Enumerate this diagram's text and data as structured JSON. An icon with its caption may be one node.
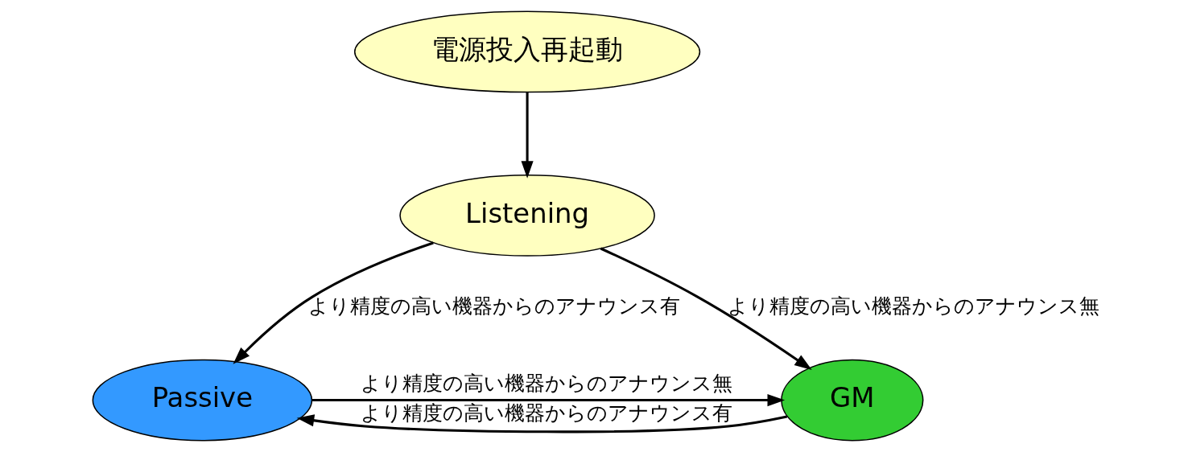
{
  "diagram": {
    "nodes": [
      {
        "text": [
          "電源投入再起動"
        ]
      },
      {
        "text": [
          "Listening"
        ]
      },
      {
        "text": [
          "Passive"
        ]
      },
      {
        "text": [
          "GM"
        ]
      }
    ],
    "edges": [
      {
        "from": 0,
        "to": 1,
        "arrow": "to"
      },
      {
        "from": 1,
        "to": 2,
        "arrow": "to",
        "label": "より精度の高い機器からのアナウンス有"
      },
      {
        "from": 1,
        "to": 3,
        "arrow": "to",
        "label": "より精度の高い機器からのアナウンス無"
      },
      {
        "from": 2,
        "to": 3,
        "arrow": "to",
        "label": "より精度の高い機器からのアナウンス無"
      },
      {
        "from": 3,
        "to": 2,
        "arrow": "to",
        "label": "より精度の高い機器からのアナウンス有"
      }
    ]
  }
}
